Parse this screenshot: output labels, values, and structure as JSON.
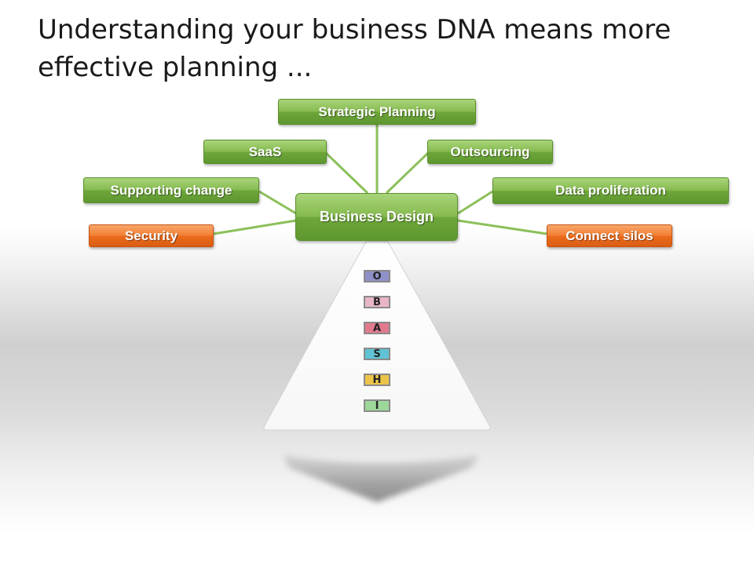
{
  "title": "Understanding your business DNA means more effective planning ...",
  "center": {
    "label": "Business Design"
  },
  "branches": {
    "strategic_planning": "Strategic Planning",
    "saas": "SaaS",
    "outsourcing": "Outsourcing",
    "supporting_change": "Supporting change",
    "data_proliferation": "Data proliferation",
    "security": "Security",
    "connect_silos": "Connect silos"
  },
  "dna_letters": [
    {
      "letter": "O",
      "color": "#8f90c8"
    },
    {
      "letter": "B",
      "color": "#e8b6c8"
    },
    {
      "letter": "A",
      "color": "#e27a8e"
    },
    {
      "letter": "S",
      "color": "#5fc3d4"
    },
    {
      "letter": "H",
      "color": "#ecc44a"
    },
    {
      "letter": "I",
      "color": "#9ed79a"
    }
  ],
  "colors": {
    "green": "#7fb548",
    "orange": "#f27f34",
    "connector": "#8cc05a"
  }
}
